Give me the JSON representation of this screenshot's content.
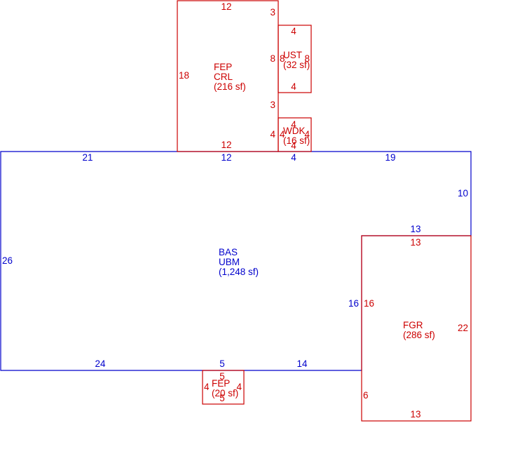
{
  "colors": {
    "bas": "#0000cc",
    "attached": "#cc0000"
  },
  "areas": {
    "bas": {
      "code": "BAS",
      "type": "UBM",
      "area": "(1,248 sf)"
    },
    "fep_crl": {
      "code": "FEP",
      "type": "CRL",
      "area": "(216 sf)"
    },
    "ust": {
      "code": "UST",
      "area": "(32 sf)"
    },
    "wdk": {
      "code": "WDK",
      "area": "(16 sf)"
    },
    "fgr": {
      "code": "FGR",
      "area": "(286 sf)"
    },
    "fep_small": {
      "code": "FEP",
      "area": "(20 sf)"
    }
  },
  "dimensions": {
    "bas": [
      "21",
      "12",
      "4",
      "19",
      "10",
      "13",
      "16",
      "14",
      "5",
      "24",
      "26"
    ],
    "fep_crl": [
      "12",
      "3",
      "8",
      "3",
      "4",
      "12",
      "18"
    ],
    "ust": [
      "4",
      "8",
      "8",
      "4"
    ],
    "wdk": [
      "4",
      "4",
      "4",
      "4"
    ],
    "fgr": [
      "13",
      "22",
      "13",
      "6",
      "16"
    ],
    "fep_small": [
      "5",
      "4",
      "4",
      "5"
    ]
  }
}
